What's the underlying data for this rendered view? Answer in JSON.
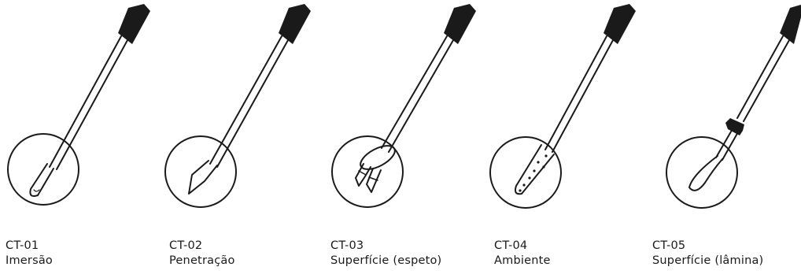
{
  "probes": [
    {
      "code": "CT-01",
      "name": "Imersão",
      "icon": "immersion-tip-icon"
    },
    {
      "code": "CT-02",
      "name": "Penetração",
      "icon": "penetration-tip-icon"
    },
    {
      "code": "CT-03",
      "name": "Superfície (espeto)",
      "icon": "surface-spike-tip-icon"
    },
    {
      "code": "CT-04",
      "name": "Ambiente",
      "icon": "ambient-perforated-tip-icon"
    },
    {
      "code": "CT-05",
      "name": "Superfície (lâmina)",
      "icon": "surface-blade-tip-icon"
    }
  ],
  "colors": {
    "line": "#1a1a1a",
    "background": "#ffffff"
  }
}
